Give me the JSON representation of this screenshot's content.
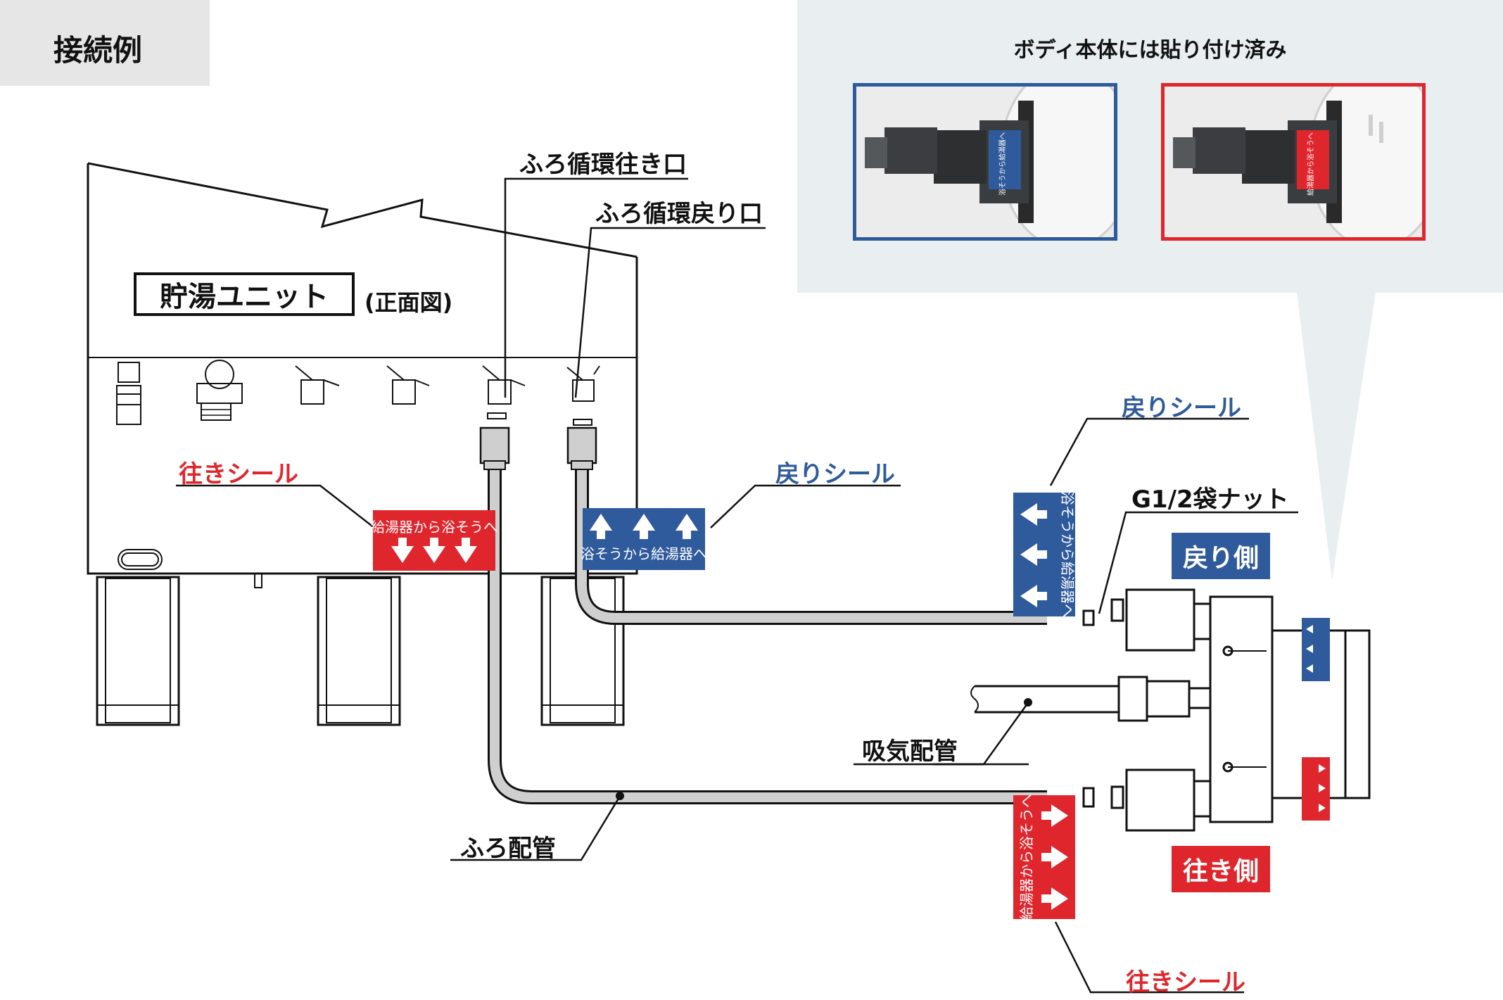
{
  "title": "接続例",
  "callout": {
    "title": "ボディ本体には貼り付け済み",
    "photo_left_seal_text": "浴そうから給湯器へ",
    "photo_right_seal_text": "給湯器から浴そうへ"
  },
  "unit": {
    "name": "貯湯ユニット",
    "view": "(正面図)"
  },
  "labels": {
    "outlet_port": "ふろ循環往き口",
    "return_port": "ふろ循環戻り口",
    "supply_seal_left": "往きシール",
    "return_seal_mid": "戻りシール",
    "return_seal_right": "戻りシール",
    "bag_nut": "G1/2袋ナット",
    "return_side": "戻り側",
    "supply_side": "往き側",
    "intake_pipe": "吸気配管",
    "bath_pipe": "ふろ配管",
    "supply_seal_bottom": "往きシール"
  },
  "seals": {
    "supply_text": "給湯器から浴そうへ",
    "return_text": "浴そうから給湯器へ"
  },
  "colors": {
    "red": "#e0262d",
    "blue": "#2f5a9c",
    "callout_bg": "#e9eff1",
    "title_bg": "#e6e6e6"
  },
  "icons": {
    "up_arrow": "up-arrow-icon",
    "down_arrow": "down-arrow-icon",
    "left_arrow": "left-arrow-icon",
    "right_arrow": "right-arrow-icon"
  }
}
